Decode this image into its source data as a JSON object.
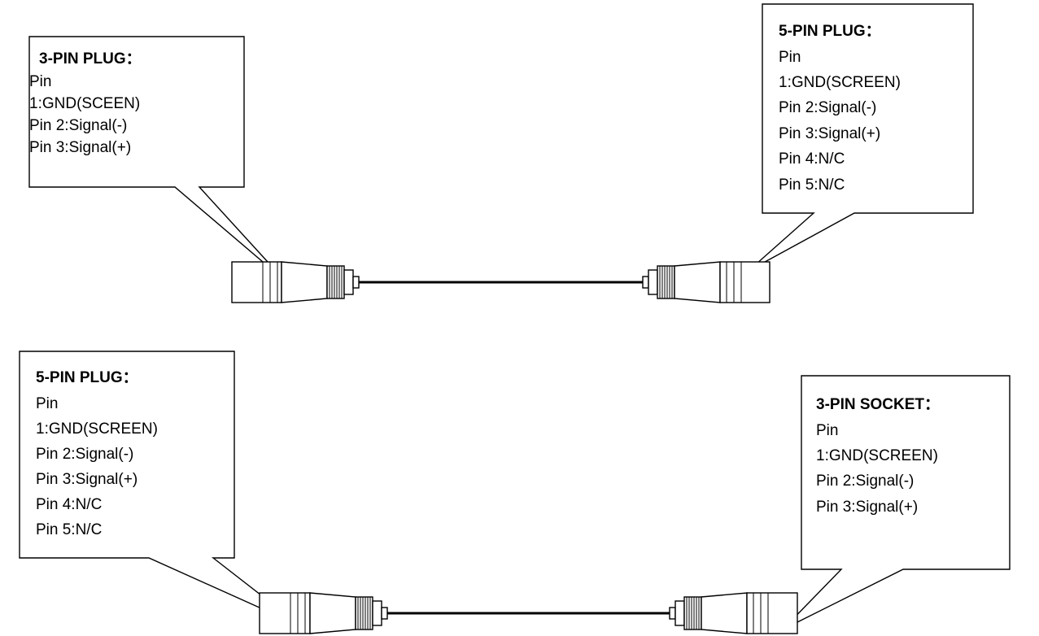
{
  "cables": [
    {
      "left": {
        "title": "3-PIN PLUG：",
        "lines": [
          "Pin",
          "1:GND(SCEEN)",
          "Pin 2:Signal(-)",
          "Pin 3:Signal(+)"
        ]
      },
      "right": {
        "title": "5-PIN PLUG：",
        "lines": [
          "Pin",
          "1:GND(SCREEN)",
          "Pin 2:Signal(-)",
          "Pin 3:Signal(+)",
          "Pin 4:N/C",
          "Pin 5:N/C"
        ]
      }
    },
    {
      "left": {
        "title": "5-PIN PLUG：",
        "lines": [
          "Pin",
          "1:GND(SCREEN)",
          "Pin 2:Signal(-)",
          "Pin 3:Signal(+)",
          "Pin 4:N/C",
          "Pin 5:N/C"
        ]
      },
      "right": {
        "title": "3-PIN SOCKET：",
        "lines": [
          "Pin",
          "1:GND(SCREEN)",
          "Pin 2:Signal(-)",
          "Pin 3:Signal(+)"
        ]
      }
    }
  ]
}
